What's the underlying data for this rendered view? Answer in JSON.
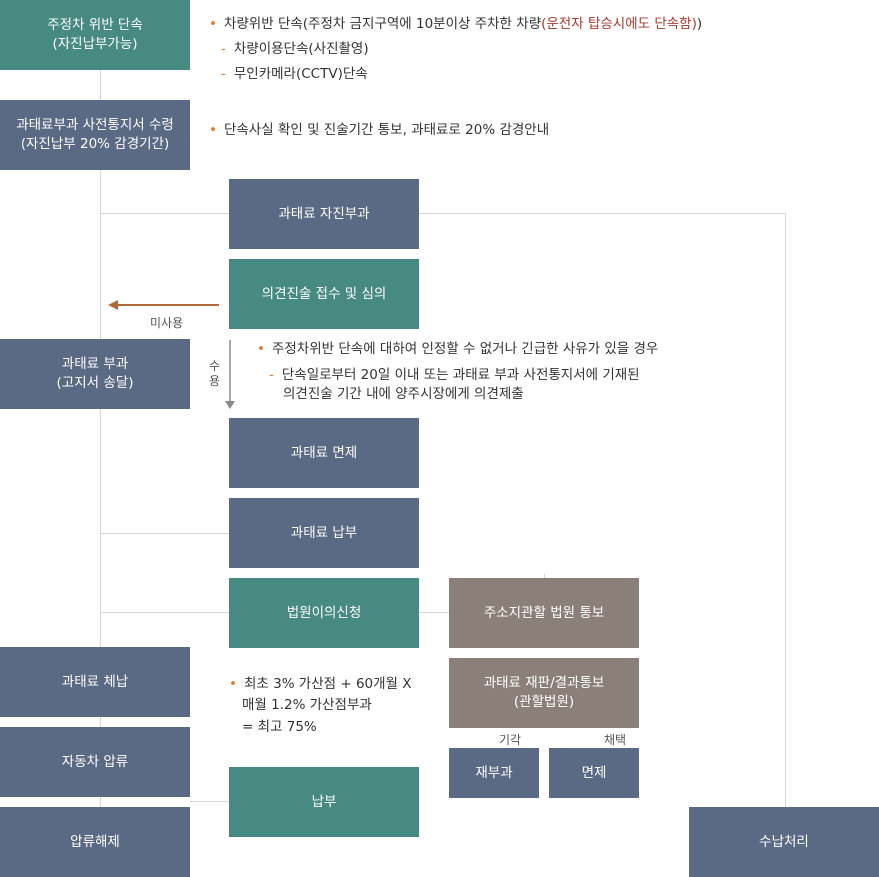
{
  "boxes": {
    "parking_violation": [
      "주정차 위반 단속",
      "(자진납부가능)"
    ],
    "notice_receipt": [
      "과태료부과 사전통지서 수령",
      "(자진납부 20% 감경기간)"
    ],
    "self_imposed": "과태료 자진부과",
    "opinion_review": "의견진술 접수 및 심의",
    "fine_imposition": [
      "과태료 부과",
      "(고지서 송달)"
    ],
    "fine_exemption": "과태료 면제",
    "fine_payment": "과태료 납부",
    "court_objection": "법원이의신청",
    "court_notice": "주소지관할 법원 통보",
    "trial_result": [
      "과태료 재판/결과통보",
      "(관할법원)"
    ],
    "re_imposition": "재부과",
    "exemption": "면제",
    "fine_arrears": "과태료 체납",
    "vehicle_seizure": "자동차 압류",
    "payment": "납부",
    "seizure_release": "압류해제",
    "payment_processing": "수납처리"
  },
  "notes": {
    "violation_main_pre": "차량위반 단속(주정차 금지구역에 10분이상 주차한 차량",
    "violation_main_red": "(운전자 탑승시에도 단속함)",
    "violation_main_post": ")",
    "violation_sub1": "차량이용단속(사진촬영)",
    "violation_sub2": "무인카메라(CCTV)단속",
    "notice_main": "단속사실 확인 및 진술기간 통보, 과태료로 20% 감경안내",
    "acceptance_main": "주정차위반 단속에 대하여 인정할 수 없거나 긴급한 사유가 있을 경우",
    "acceptance_sub_line1": "단속일로부터 20일 이내 또는 과태료 부과 사전통지서에 기재된",
    "acceptance_sub_line2": "의견진술 기간 내에 양주시장에게 의견제출",
    "arrears_line1": "최초 3% 가산점 + 60개월 X",
    "arrears_line2": "매월 1.2% 가산점부과",
    "arrears_line3": "= 최고 75%"
  },
  "labels": {
    "not_used": "미사용",
    "accept_1": "수",
    "accept_2": "용",
    "dismissed": "기각",
    "adopted": "채택"
  },
  "colors": {
    "slate": "#5a6a85",
    "teal": "#468a82",
    "taupe": "#8b8079",
    "bullet": "#e07b2c",
    "highlight": "#a33a2e",
    "arrow": "#b0683a"
  }
}
